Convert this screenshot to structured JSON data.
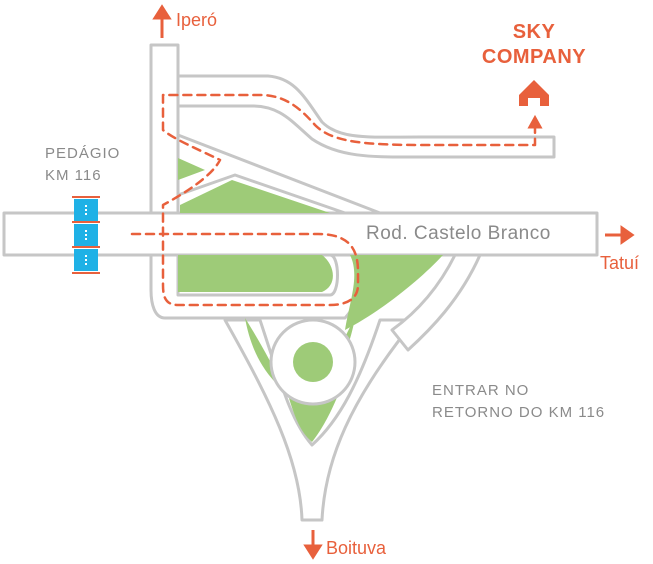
{
  "destinations": {
    "north": "Iperó",
    "east": "Tatuí",
    "south": "Boituva"
  },
  "toll": {
    "line1": "PEDÁGIO",
    "line2": "KM 116"
  },
  "highway_label": "Rod. Castelo Branco",
  "company": {
    "line1": "SKY",
    "line2": "COMPANY"
  },
  "instruction": {
    "line1": "ENTRAR NO",
    "line2": "RETORNO DO KM 116"
  },
  "icons": {
    "company": "house-icon",
    "toll_booths": "toll-booth-icon"
  },
  "colors": {
    "route": "#e8603c",
    "road_outline": "#c6c6c6",
    "green_area": "#9ecb78",
    "toll_booth": "#1fb1e6",
    "text_grey": "#8a8a8a"
  }
}
